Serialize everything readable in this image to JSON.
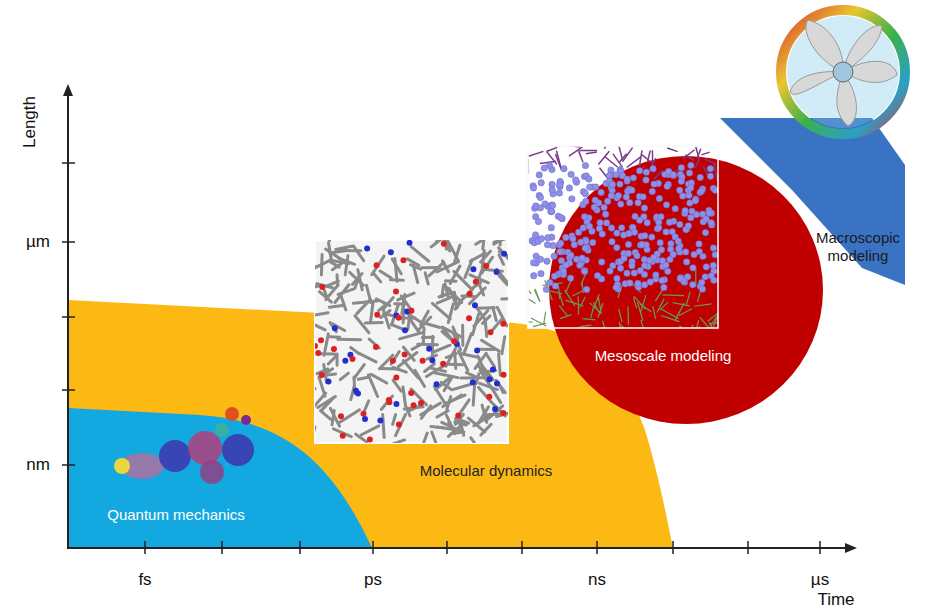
{
  "diagram": {
    "nodes": [
      {
        "text": [
          "Quantum mechanics"
        ]
      },
      {
        "text": [
          "Molecular dynamics"
        ]
      },
      {
        "text": [
          "Mesoscale modeling"
        ]
      },
      {
        "text": [
          "Macroscopic modeling"
        ]
      }
    ],
    "labels": [
      "Length",
      "µm",
      "nm",
      "fs",
      "ps",
      "ns",
      "µs",
      "Time"
    ]
  }
}
